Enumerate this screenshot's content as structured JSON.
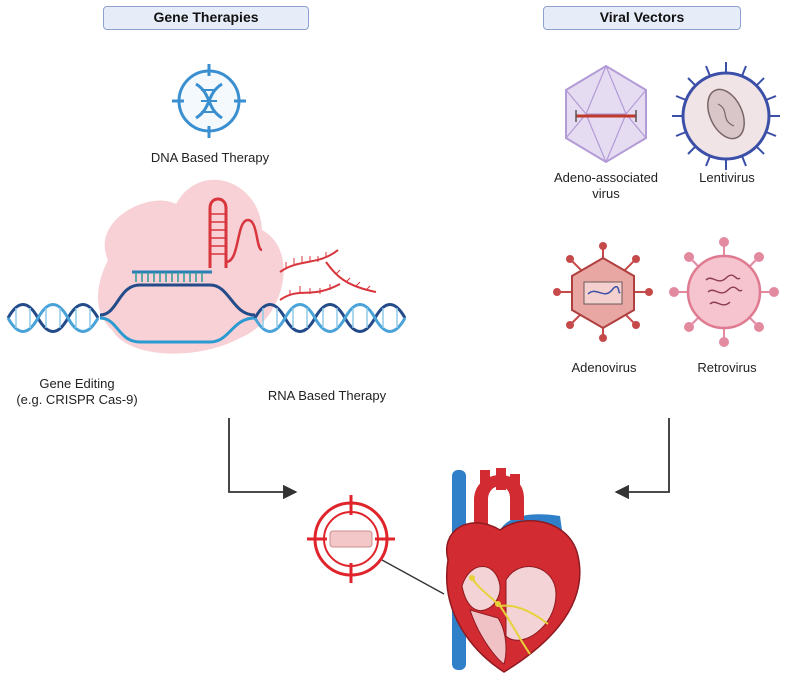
{
  "headers": {
    "gene_therapies": "Gene Therapies",
    "viral_vectors": "Viral Vectors"
  },
  "labels": {
    "dna_therapy": "DNA Based Therapy",
    "gene_editing_line1": "Gene Editing",
    "gene_editing_line2": "(e.g. CRISPR Cas-9)",
    "rna_therapy": "RNA Based Therapy",
    "aav_line1": "Adeno-associated",
    "aav_line2": "virus",
    "lentivirus": "Lentivirus",
    "adenovirus": "Adenovirus",
    "retrovirus": "Retrovirus"
  },
  "colors": {
    "header_fill": "#e6ecf8",
    "header_border": "#8ea0cf",
    "dna_icon": "#3a8fd0",
    "helix_dark": "#234b8a",
    "helix_light": "#4aa3d8",
    "crispr_blob": "#f6c9cf",
    "rna_red": "#d8353c",
    "aav_purple": "#c9b6e2",
    "lenti_blue": "#3b4fa8",
    "adeno_red": "#c74a4a",
    "retro_pink": "#e38aa0",
    "target_red": "#e0242b",
    "heart_red": "#d22b32",
    "vessel_blue": "#2f7fc9",
    "arrow": "#333333"
  },
  "icons": [
    "dna-target-icon",
    "crispr-cas9-icon",
    "rna-strands-icon",
    "aav-virus-icon",
    "lentivirus-icon",
    "adenovirus-icon",
    "retrovirus-icon",
    "target-cell-icon",
    "heart-icon"
  ]
}
